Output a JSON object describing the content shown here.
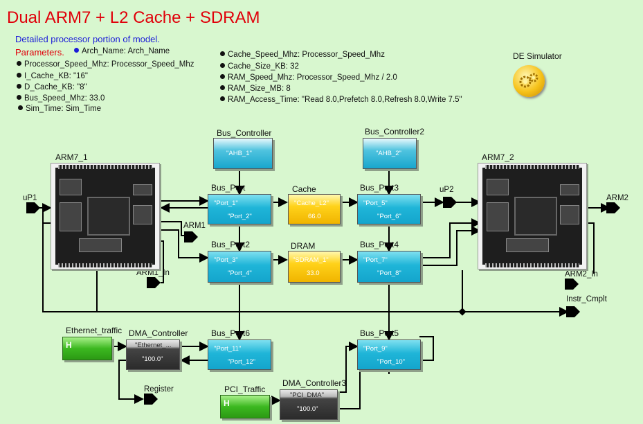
{
  "title": "Dual ARM7 + L2 Cache + SDRAM",
  "subtitle": "Detailed processor portion of model.",
  "parameters_label": "Parameters.",
  "parameters_col1": [
    "Arch_Name: Arch_Name",
    "Processor_Speed_Mhz: Processor_Speed_Mhz",
    "I_Cache_KB: \"16\"",
    "D_Cache_KB: \"8\"",
    "Bus_Speed_Mhz: 33.0",
    "Sim_Time: Sim_Time"
  ],
  "parameters_col2": [
    "Cache_Speed_Mhz: Processor_Speed_Mhz",
    "Cache_Size_KB: 32",
    "RAM_Speed_Mhz: Processor_Speed_Mhz / 2.0",
    "RAM_Size_MB: 8",
    "RAM_Access_Time: \"Read 8.0,Prefetch 8.0,Refresh 8.0,Write 7.5\""
  ],
  "simulator_label": "DE Simulator",
  "simulator_icon": "gears-icon",
  "blocks": {
    "bus_controller": {
      "name": "Bus_Controller",
      "line1": "\"AHB_1\""
    },
    "bus_controller2": {
      "name": "Bus_Controller2",
      "line1": "\"AHB_2\""
    },
    "bus_port": {
      "name": "Bus_Port",
      "line1": "\"Port_1\"",
      "line2": "\"Port_2\""
    },
    "bus_port2": {
      "name": "Bus_Port2",
      "line1": "\"Port_3\"",
      "line2": "\"Port_4\""
    },
    "bus_port3": {
      "name": "Bus_Port3",
      "line1": "\"Port_5\"",
      "line2": "\"Port_6\""
    },
    "bus_port4": {
      "name": "Bus_Port4",
      "line1": "\"Port_7\"",
      "line2": "\"Port_8\""
    },
    "bus_port5": {
      "name": "Bus_Port5",
      "line1": "\"Port_9\"",
      "line2": "\"Port_10\""
    },
    "bus_port6": {
      "name": "Bus_Port6",
      "line1": "\"Port_11\"",
      "line2": "\"Port_12\""
    },
    "cache": {
      "name": "Cache",
      "line1": "\"Cache_L2\"",
      "line2": "66.0"
    },
    "dram": {
      "name": "DRAM",
      "line1": "\"SDRAM_1\"",
      "line2": "33.0"
    },
    "dma_controller": {
      "name": "DMA_Controller",
      "line1": "\"Ethernet_...",
      "line2": "\"100.0\""
    },
    "dma_controller3": {
      "name": "DMA_Controller3",
      "line1": "\"PCI_DMA\"",
      "line2": "\"100.0\""
    },
    "ethernet_traffic": {
      "name": "Ethernet_traffic",
      "glyph": "H"
    },
    "pci_traffic": {
      "name": "PCI_Traffic",
      "glyph": "H"
    },
    "arm7_1": {
      "name": "ARM7_1"
    },
    "arm7_2": {
      "name": "ARM7_2"
    }
  },
  "ports": {
    "up1": "uP1",
    "up2": "uP2",
    "arm1": "ARM1",
    "arm2": "ARM2",
    "arm1_in": "ARM1_In",
    "arm2_in": "ARM2_In",
    "instr_cmplt": "Instr_Cmplt",
    "register": "Register"
  },
  "colors": {
    "background": "#d8f7cf",
    "title": "#e0000a",
    "subtitle": "#1b1bd8",
    "bus_block": "#1fb5d8",
    "memory_block": "#ffd21a",
    "traffic_block": "#3cb820"
  }
}
